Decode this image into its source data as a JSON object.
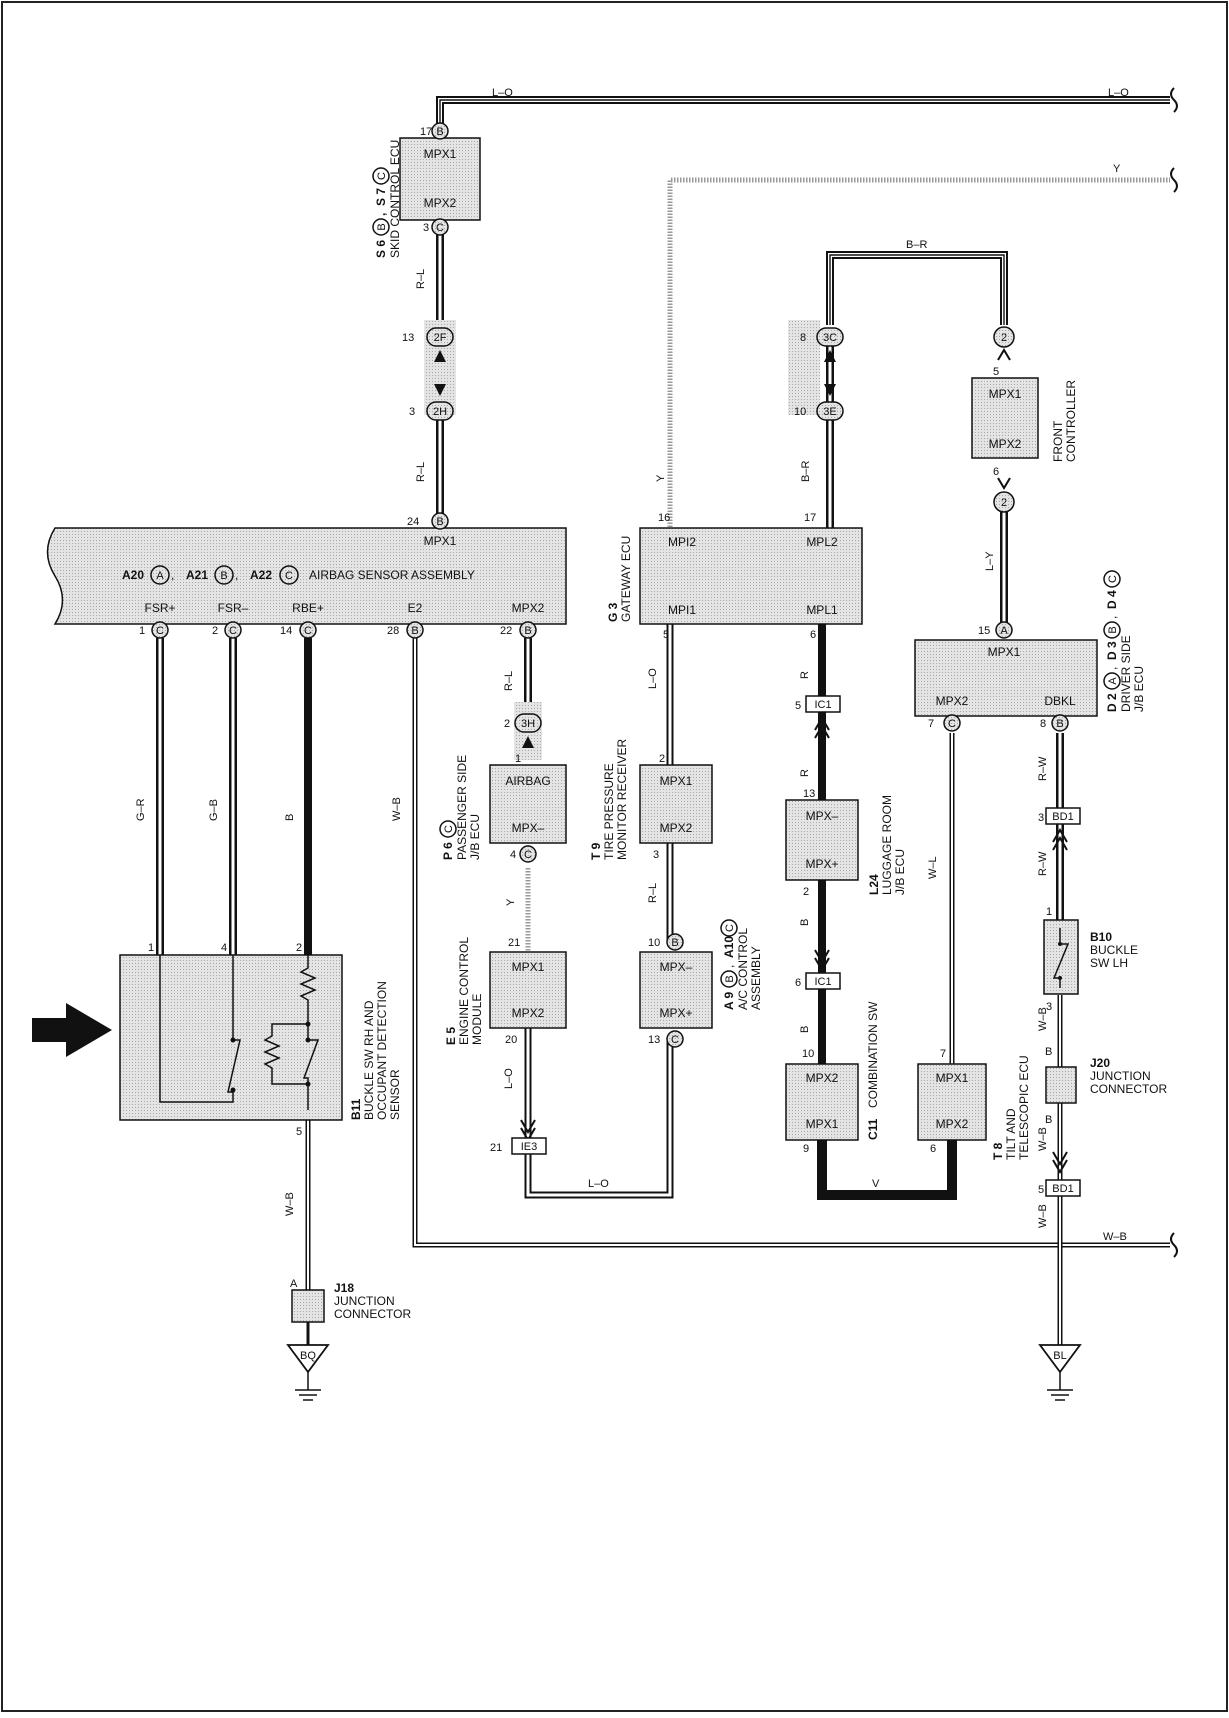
{
  "colors": {
    "ink": "#111111",
    "component_fill": "#d9d9d9",
    "paper": "#ffffff"
  },
  "wires": {
    "l_o": "L–O",
    "y": "Y",
    "b_r": "B–R",
    "r_l": "R–L",
    "l_y": "L–Y",
    "g_r": "G–R",
    "g_b": "G–B",
    "b": "B",
    "w_b": "W–B",
    "r": "R",
    "v": "V",
    "w_l": "W–L",
    "r_w": "R–W"
  },
  "skid": {
    "code_a": "S 6",
    "circ_a": "B",
    "code_b": "S 7",
    "circ_b": "C",
    "name": "SKID CONTROL ECU",
    "pin_top_num": "17",
    "pin_top_conn": "B",
    "top_label": "MPX1",
    "bottom_label": "MPX2",
    "pin_bot_num": "3",
    "pin_bot_conn": "C"
  },
  "junction_2f": {
    "pin": "13",
    "code": "2F"
  },
  "junction_2h": {
    "pin": "3",
    "code": "2H"
  },
  "junction_3c": {
    "pin": "8",
    "code": "3C"
  },
  "junction_3e": {
    "pin": "10",
    "code": "3E"
  },
  "junction_3h": {
    "pin": "2",
    "code": "3H"
  },
  "airbag": {
    "code_a": "A20",
    "circ_a": "A",
    "code_b": "A21",
    "circ_b": "B",
    "code_c": "A22",
    "circ_c": "C",
    "name": "AIRBAG SENSOR ASSEMBLY",
    "pin24_num": "24",
    "pin24_conn": "B",
    "mpx1": "MPX1",
    "pins": {
      "fsr_plus": {
        "label": "FSR+",
        "num": "1",
        "conn": "C"
      },
      "fsr_minus": {
        "label": "FSR–",
        "num": "2",
        "conn": "C"
      },
      "rbe_plus": {
        "label": "RBE+",
        "num": "14",
        "conn": "C"
      },
      "e2": {
        "label": "E2",
        "num": "28",
        "conn": "B"
      },
      "mpx2": {
        "label": "MPX2",
        "num": "22",
        "conn": "B"
      }
    }
  },
  "gateway": {
    "code": "G 3",
    "name": "GATEWAY ECU",
    "mpi2": "MPI2",
    "mpl2": "MPL2",
    "mpi1": "MPI1",
    "mpl1": "MPL1",
    "pin16": "16",
    "pin17": "17",
    "pin5": "5",
    "pin6": "6"
  },
  "front_ctrl": {
    "name_1": "FRONT",
    "name_2": "CONTROLLER",
    "mpx1": "MPX1",
    "mpx2": "MPX2",
    "pin5": "5",
    "pin6": "6",
    "conn_top": "2",
    "conn_bot": "2"
  },
  "driver_jb": {
    "code_a": "D 2",
    "circ_a": "A",
    "code_b": "D 3",
    "circ_b": "B",
    "code_c": "D 4",
    "circ_c": "C",
    "name_1": "DRIVER SIDE",
    "name_2": "J/B ECU",
    "pin15_num": "15",
    "pin15_conn": "A",
    "mpx1": "MPX1",
    "mpx2": "MPX2",
    "dbkl": "DBKL",
    "pin7_num": "7",
    "pin7_conn": "C",
    "pin8_num": "8",
    "pin8_conn": "B"
  },
  "passenger_jb": {
    "code": "P 6",
    "circ": "C",
    "name_1": "PASSENGER SIDE",
    "name_2": "J/B ECU",
    "airbag": "AIRBAG",
    "mpx_minus": "MPX–",
    "pin1": "1",
    "pin4_num": "4",
    "pin4_conn": "C"
  },
  "tire": {
    "code": "T 9",
    "name_1": "TIRE PRESSURE",
    "name_2": "MONITOR RECEIVER",
    "mpx1": "MPX1",
    "mpx2": "MPX2",
    "pin2": "2",
    "pin3": "3"
  },
  "luggage": {
    "code": "L24",
    "name_1": "LUGGAGE ROOM",
    "name_2": "J/B ECU",
    "mpx_minus": "MPX–",
    "mpx_plus": "MPX+",
    "pin13": "13",
    "pin2": "2"
  },
  "ic1_a": {
    "pin": "5",
    "code": "IC1"
  },
  "ic1_b": {
    "pin": "6",
    "code": "IC1"
  },
  "ie3": {
    "pin": "21",
    "code": "IE3"
  },
  "bd1_a": {
    "pin": "3",
    "code": "BD1"
  },
  "bd1_b": {
    "pin": "5",
    "code": "BD1"
  },
  "engine": {
    "code": "E 5",
    "name_1": "ENGINE CONTROL",
    "name_2": "MODULE",
    "mpx1": "MPX1",
    "mpx2": "MPX2",
    "pin21": "21",
    "pin20": "20"
  },
  "ac": {
    "code_a": "A 9",
    "circ_a": "B",
    "code_b": "A10",
    "circ_b": "C",
    "name_1": "A/C CONTROL",
    "name_2": "ASSEMBLY",
    "mpx_minus": "MPX–",
    "mpx_plus": "MPX+",
    "pin10_num": "10",
    "pin10_conn": "B",
    "pin13_num": "13",
    "pin13_conn": "C"
  },
  "combo": {
    "code": "C11",
    "name": "COMBINATION SW",
    "mpx2": "MPX2",
    "mpx1": "MPX1",
    "pin10": "10",
    "pin9": "9",
    "r_mpx1": "MPX1",
    "r_mpx2": "MPX2",
    "pin7": "7",
    "pin6": "6"
  },
  "tilt": {
    "code": "T 8",
    "name_1": "TILT AND",
    "name_2": "TELESCOPIC ECU"
  },
  "buckle_lh": {
    "code": "B10",
    "name_1": "BUCKLE",
    "name_2": "SW LH",
    "pin1": "1",
    "pin3": "3"
  },
  "j20": {
    "code": "J20",
    "name_1": "JUNCTION",
    "name_2": "CONNECTOR"
  },
  "b11": {
    "code": "B11",
    "name_1": "BUCKLE SW RH AND",
    "name_2": "OCCUPANT DETECTION",
    "name_3": "SENSOR",
    "pin1": "1",
    "pin4": "4",
    "pin2": "2",
    "pin5": "5"
  },
  "j18": {
    "code": "J18",
    "name_1": "JUNCTION",
    "name_2": "CONNECTOR",
    "pin": "A"
  },
  "grounds": {
    "left": "BQ",
    "right": "BL"
  }
}
